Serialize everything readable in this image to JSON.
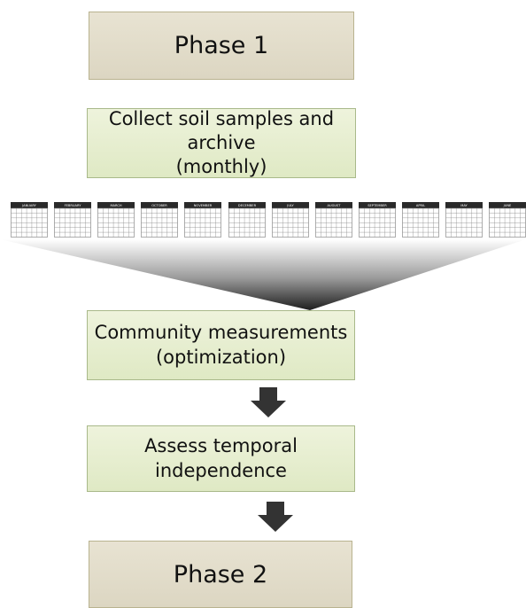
{
  "phase1": {
    "label": "Phase 1"
  },
  "collect": {
    "line1": "Collect soil samples and archive",
    "line2": "(monthly)"
  },
  "calendars": {
    "months": [
      "JANUARY",
      "FEBRUARY",
      "MARCH",
      "OCTOBER",
      "NOVEMBER",
      "DECEMBER",
      "JULY",
      "AUGUST",
      "SEPTEMBER",
      "APRIL",
      "MAY",
      "JUNE"
    ]
  },
  "community": {
    "line1": "Community measurements",
    "line2": "(optimization)"
  },
  "assess": {
    "label": "Assess temporal independence"
  },
  "phase2": {
    "label": "Phase 2"
  },
  "colors": {
    "phase_fill": "#dfd9c6",
    "step_fill": "#e3ecca",
    "arrow": "#333333"
  }
}
